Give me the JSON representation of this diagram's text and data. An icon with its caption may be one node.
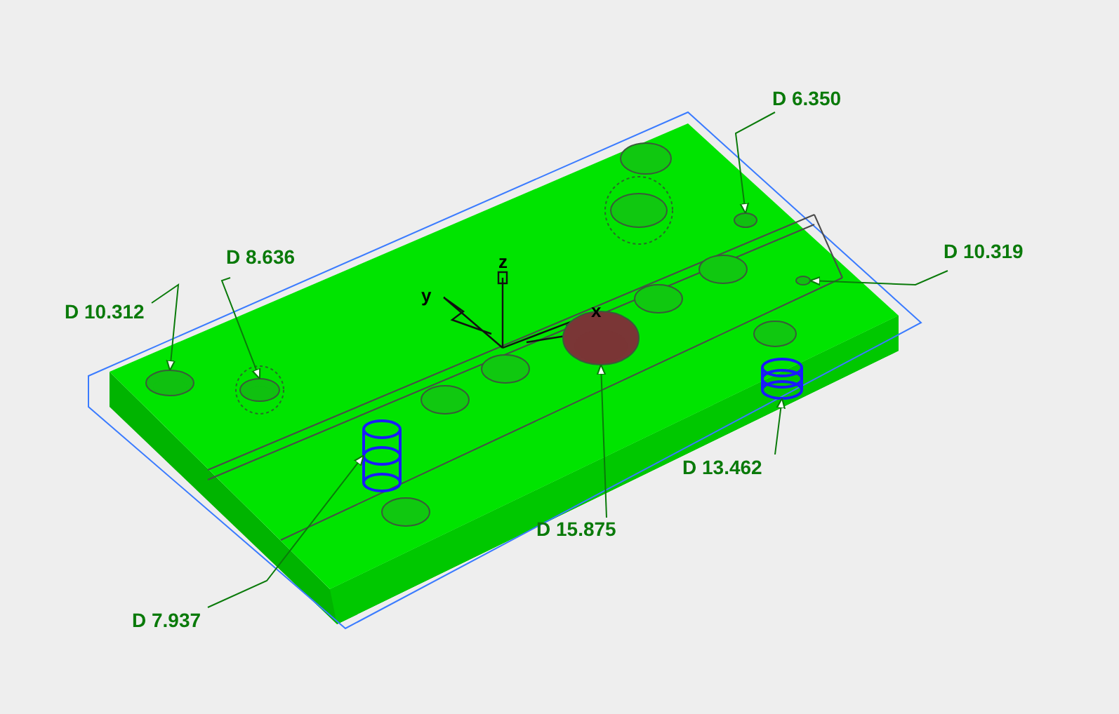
{
  "diagram": {
    "nodes": [
      {
        "text": [
          "D 10.312"
        ]
      },
      {
        "text": [
          "D 8.636"
        ]
      },
      {
        "text": [
          "D 6.350"
        ]
      },
      {
        "text": [
          "D 10.319"
        ]
      },
      {
        "text": [
          "D 13.462"
        ]
      },
      {
        "text": [
          "D 15.875"
        ]
      },
      {
        "text": [
          "D 7.937"
        ]
      },
      {
        "text": [],
        "shape": "circle"
      },
      {
        "text": [],
        "shape": "circle"
      },
      {
        "text": [],
        "shape": "circle"
      },
      {
        "text": [],
        "shape": "circle"
      },
      {
        "text": [],
        "shape": "cylinder"
      },
      {
        "text": [],
        "shape": "circle"
      },
      {
        "text": [],
        "shape": "cylinder"
      }
    ],
    "edges": [
      {
        "from": 0,
        "to": 7,
        "arrow": "to"
      },
      {
        "from": 1,
        "to": 8,
        "arrow": "to"
      },
      {
        "from": 2,
        "to": 9,
        "arrow": "to"
      },
      {
        "from": 3,
        "to": 10,
        "arrow": "to"
      },
      {
        "from": 4,
        "to": 11,
        "arrow": "to"
      },
      {
        "from": 5,
        "to": 12,
        "arrow": "to"
      },
      {
        "from": 6,
        "to": 13,
        "arrow": "to"
      }
    ],
    "labels": [
      "z",
      "y",
      "x"
    ]
  }
}
